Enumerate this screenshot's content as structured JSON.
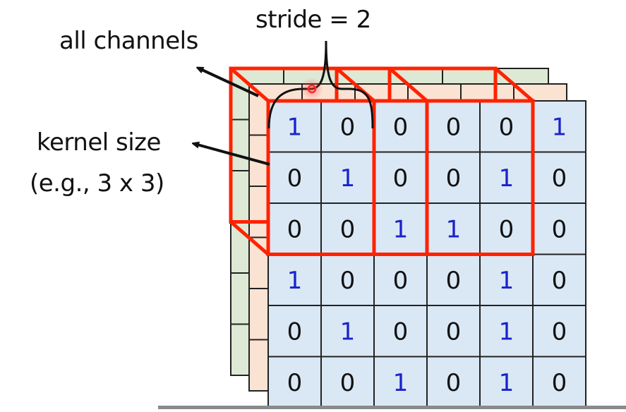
{
  "labels": {
    "stride": "stride = 2",
    "channels": "all channels",
    "kernel_line1": "kernel size",
    "kernel_line2": "(e.g., 3 x 3)"
  },
  "colors": {
    "front_layer": "#dae8f5",
    "middle_layer": "#fbe3d3",
    "back_layer": "#dde9d4",
    "grid_line": "#222222",
    "kernel_box": "#ff2200",
    "one_value": "#1a22cc",
    "zero_value": "#111111"
  },
  "grid": {
    "rows": 6,
    "cols": 6,
    "values": [
      [
        1,
        0,
        0,
        0,
        0,
        1
      ],
      [
        0,
        1,
        0,
        0,
        1,
        0
      ],
      [
        0,
        0,
        1,
        1,
        0,
        0
      ],
      [
        1,
        0,
        0,
        0,
        1,
        0
      ],
      [
        0,
        1,
        0,
        0,
        1,
        0
      ],
      [
        0,
        0,
        1,
        0,
        1,
        0
      ]
    ]
  },
  "channels": 3,
  "kernel": {
    "size": 3,
    "stride": 2,
    "positions": [
      [
        0,
        0
      ],
      [
        0,
        2
      ]
    ]
  }
}
